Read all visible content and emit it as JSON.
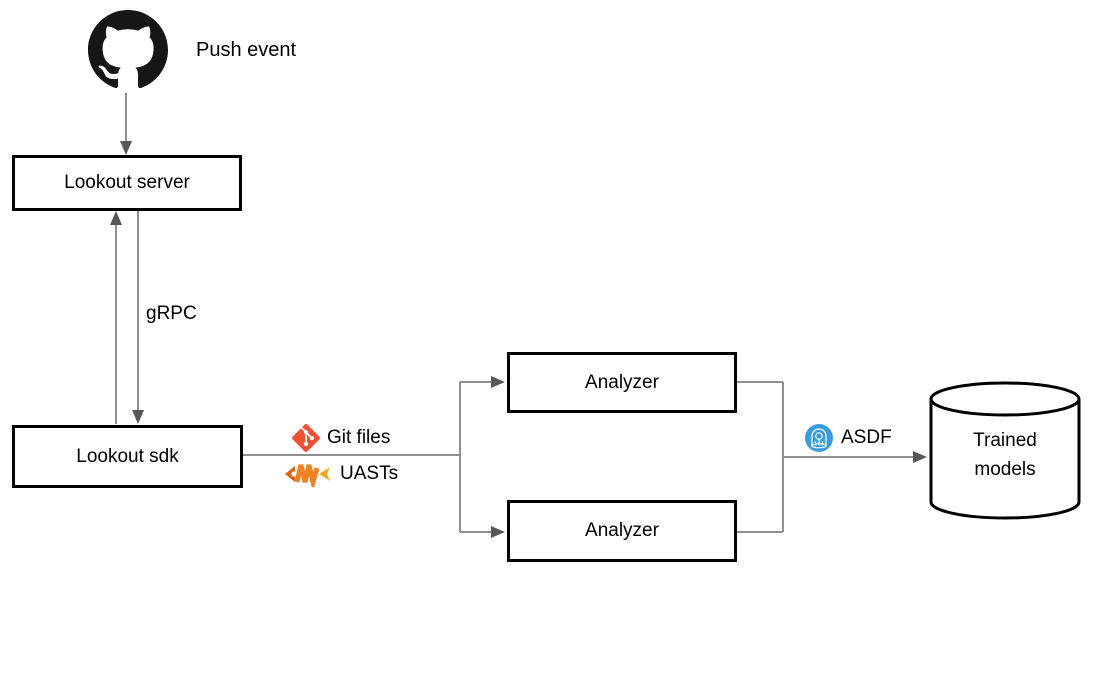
{
  "diagram": {
    "github": {
      "label": "Push event"
    },
    "nodes": {
      "server": "Lookout server",
      "sdk": "Lookout sdk",
      "analyzer_top": "Analyzer",
      "analyzer_bottom": "Analyzer",
      "trained_models": "Trained models"
    },
    "labels": {
      "grpc": "gRPC",
      "git_files": "Git files",
      "uasts": "UASTs",
      "asdf": "ASDF"
    },
    "colors": {
      "line": "#8f8f8f",
      "arrowhead": "#575757",
      "node_border": "#000000",
      "node_fill": "#ffffff",
      "text": "#000000",
      "github_icon": "#171515",
      "git_icon": "#f05033",
      "babelfish_dark": "#e06210",
      "babelfish_primary": "#f08224",
      "babelfish_light": "#f5a623",
      "asdf_icon": "#399ddc"
    }
  }
}
